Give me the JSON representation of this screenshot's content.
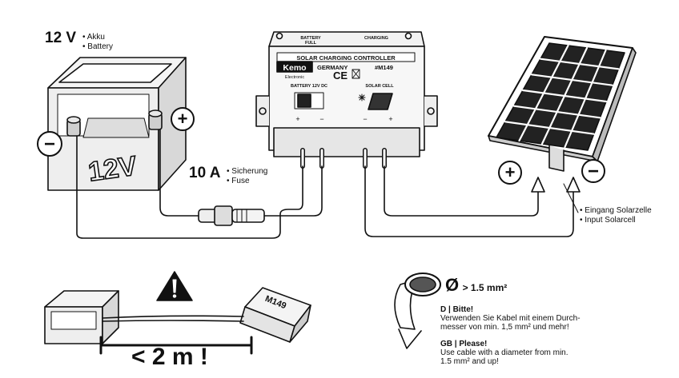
{
  "battery": {
    "voltage": "12 V",
    "desc": [
      "Akku",
      "Battery"
    ],
    "case_label": "12V"
  },
  "fuse": {
    "rating": "10 A",
    "desc": [
      "Sicherung",
      "Fuse"
    ]
  },
  "controller": {
    "led_battery_full": [
      "BATTERY",
      "FULL"
    ],
    "led_charging": "CHARGING",
    "title": "SOLAR CHARGING CONTROLLER",
    "brand": "Kemo",
    "brand_sub": "Electronic",
    "country": "GERMANY",
    "model": "#M149",
    "marks": "CE",
    "port_battery": "BATTERY 12V DC",
    "port_solar": "SOLAR CELL"
  },
  "solar": {
    "desc": [
      "Eingang Solarzelle",
      "Input Solarcell"
    ]
  },
  "polarity": {
    "plus": "+",
    "minus": "−"
  },
  "warning": {
    "distance": "< 2 m !",
    "box_model": "M149"
  },
  "cable": {
    "diameter_symbol": "Ø",
    "diameter_value": "> 1.5 mm²",
    "de_head": "D | Bitte!",
    "de_text": [
      "Verwenden Sie Kabel mit einem Durch-",
      "messer von min. 1,5 mm² und mehr!"
    ],
    "en_head": "GB | Please!",
    "en_text": [
      "Use cable with a diameter from min.",
      "1.5 mm² and up!"
    ]
  }
}
